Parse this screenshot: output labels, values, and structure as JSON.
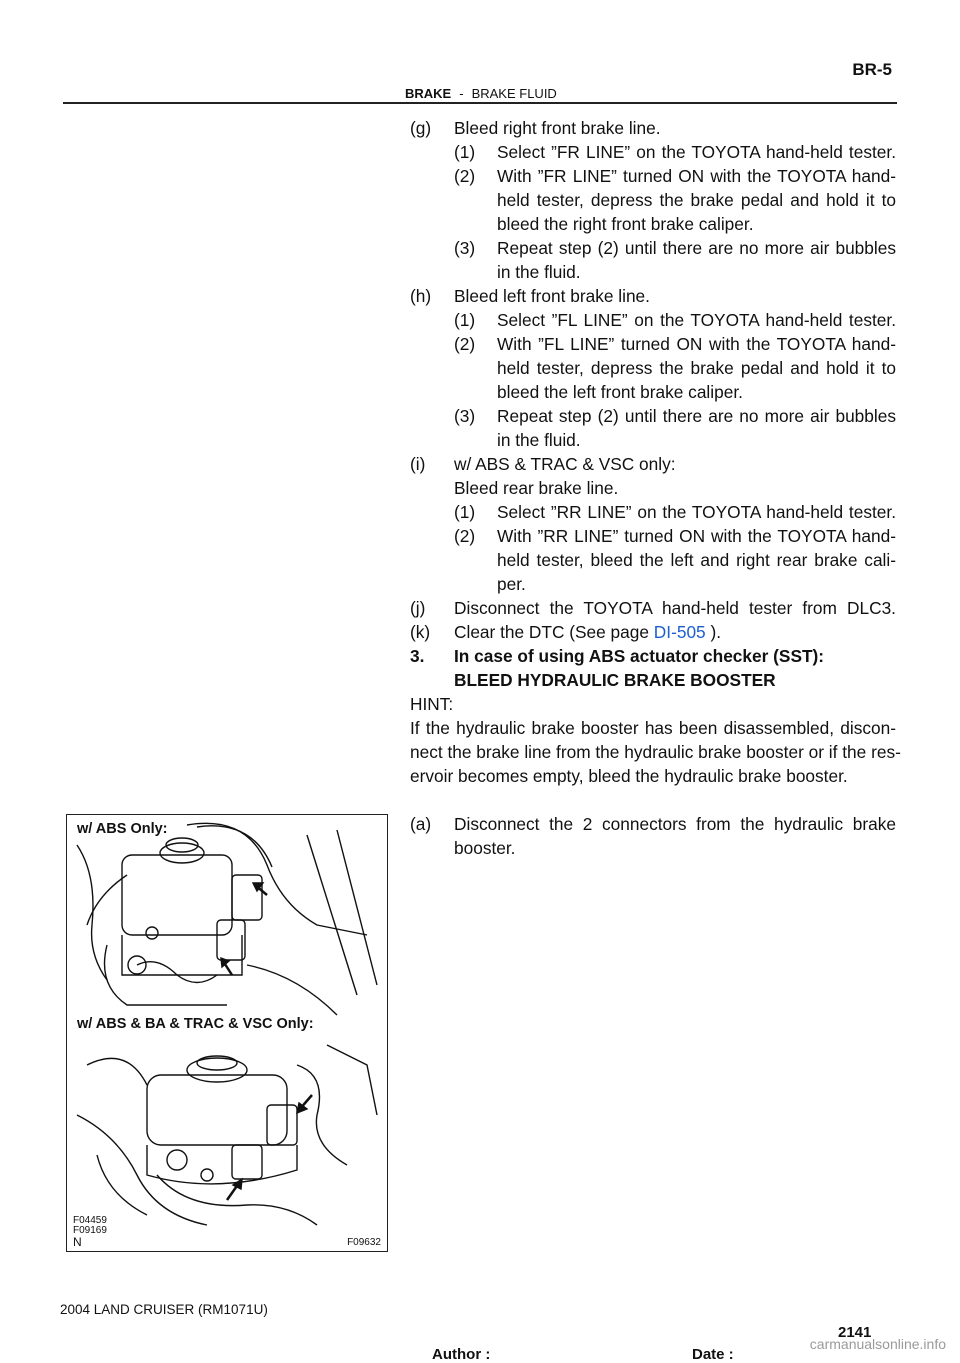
{
  "header": {
    "section": "BRAKE",
    "dash": "-",
    "subsection": "BRAKE FLUID",
    "page_code": "BR-5"
  },
  "body": {
    "g": "(g)",
    "g_text": "Bleed right front brake line.",
    "g1": "(1)",
    "g1_text": "Select ”FR LINE” on the TOYOTA hand-held tester.",
    "g2": "(2)",
    "g2_text_a": "With ”FR LINE” turned ON with the TOYOTA hand-",
    "g2_text_b": "held tester, depress the brake pedal and hold it to",
    "g2_text_c": "bleed the right front brake caliper.",
    "g3": "(3)",
    "g3_text_a": "Repeat step (2) until there are no more air bubbles",
    "g3_text_b": "in the fluid.",
    "h": "(h)",
    "h_text": "Bleed left front brake line.",
    "h1": "(1)",
    "h1_text": "Select ”FL LINE” on the TOYOTA hand-held tester.",
    "h2": "(2)",
    "h2_text_a": "With ”FL LINE” turned ON with the TOYOTA hand-",
    "h2_text_b": "held tester, depress the brake pedal and hold it to",
    "h2_text_c": "bleed the left front brake caliper.",
    "h3": "(3)",
    "h3_text_a": "Repeat step (2) until there are no more air bubbles",
    "h3_text_b": "in the fluid.",
    "i": "(i)",
    "i_text_a": "w/ ABS & TRAC & VSC only:",
    "i_text_b": "Bleed rear brake line.",
    "i1": "(1)",
    "i1_text": "Select ”RR LINE” on the TOYOTA hand-held tester.",
    "i2": "(2)",
    "i2_text_a": "With ”RR LINE” turned ON with the TOYOTA hand-",
    "i2_text_b": "held tester, bleed the left and right rear brake cali-",
    "i2_text_c": "per.",
    "j": "(j)",
    "j_text": "Disconnect the TOYOTA hand-held tester from DLC3.",
    "k": "(k)",
    "k_text_pre": "Clear the DTC (See page ",
    "k_link": "DI-505",
    "k_text_post": " ).",
    "step3": "3.",
    "step3_a": "In case of using ABS actuator checker (SST):",
    "step3_b": "BLEED HYDRAULIC BRAKE BOOSTER",
    "hint": "HINT:",
    "hint_a": "If the hydraulic brake booster has been disassembled, discon-",
    "hint_b": "nect the brake line from the hydraulic brake booster or if the res-",
    "hint_c": "ervoir becomes empty, bleed the hydraulic brake booster.",
    "a": "(a)",
    "a_text_a": "Disconnect the 2 connectors from the hydraulic brake",
    "a_text_b": "booster."
  },
  "figure": {
    "label_top": "w/ ABS Only:",
    "label_bottom": "w/ ABS & BA & TRAC & VSC Only:",
    "code_1": "F04459",
    "code_2": "F09169",
    "code_n": "N",
    "code_main": "F09632"
  },
  "footer": {
    "model": "2004 LAND CRUISER   (RM1071U)",
    "folio": "2141",
    "author": "Author :",
    "date": "Date :",
    "watermark": "carmanualsonline.info"
  }
}
